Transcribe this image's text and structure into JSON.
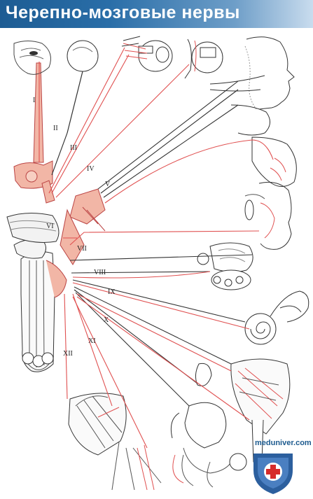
{
  "title": "Черепно-мозговые нервы",
  "site": "meduniver.com",
  "colors": {
    "title_bar": "#2a6ea8",
    "nerve_red": "#e05050",
    "nerve_dark": "#333333",
    "tissue_pink": "#f2b6a6",
    "logo_blue": "#2c5f9e",
    "logo_red": "#d62b2b"
  },
  "nerves": [
    {
      "id": "I",
      "label": "I"
    },
    {
      "id": "II",
      "label": "II"
    },
    {
      "id": "III",
      "label": "III"
    },
    {
      "id": "IV",
      "label": "IV"
    },
    {
      "id": "V",
      "label": "V"
    },
    {
      "id": "VI",
      "label": "VI"
    },
    {
      "id": "VII",
      "label": "VII"
    },
    {
      "id": "VIII",
      "label": "VIII"
    },
    {
      "id": "IX",
      "label": "IX"
    },
    {
      "id": "X",
      "label": "X"
    },
    {
      "id": "XI",
      "label": "XI"
    },
    {
      "id": "XII",
      "label": "XII"
    }
  ],
  "logo_icon": "medical-cross-shield-icon"
}
